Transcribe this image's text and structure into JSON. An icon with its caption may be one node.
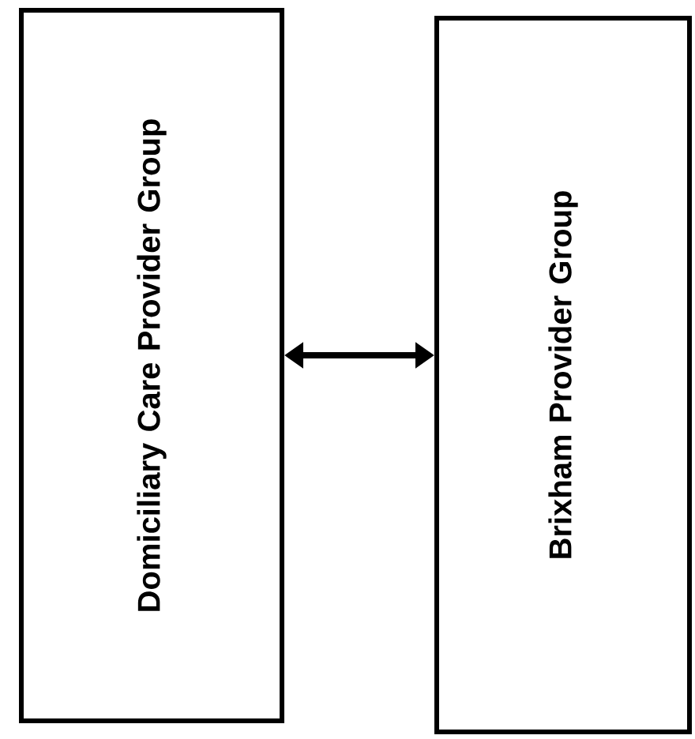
{
  "diagram": {
    "nodes": [
      {
        "text": [
          "Domiciliary Care Provider Group"
        ]
      },
      {
        "text": [
          "Brixham Provider Group"
        ]
      }
    ],
    "edges": [
      {
        "from": 0,
        "to": 1,
        "arrow": "both"
      }
    ]
  }
}
